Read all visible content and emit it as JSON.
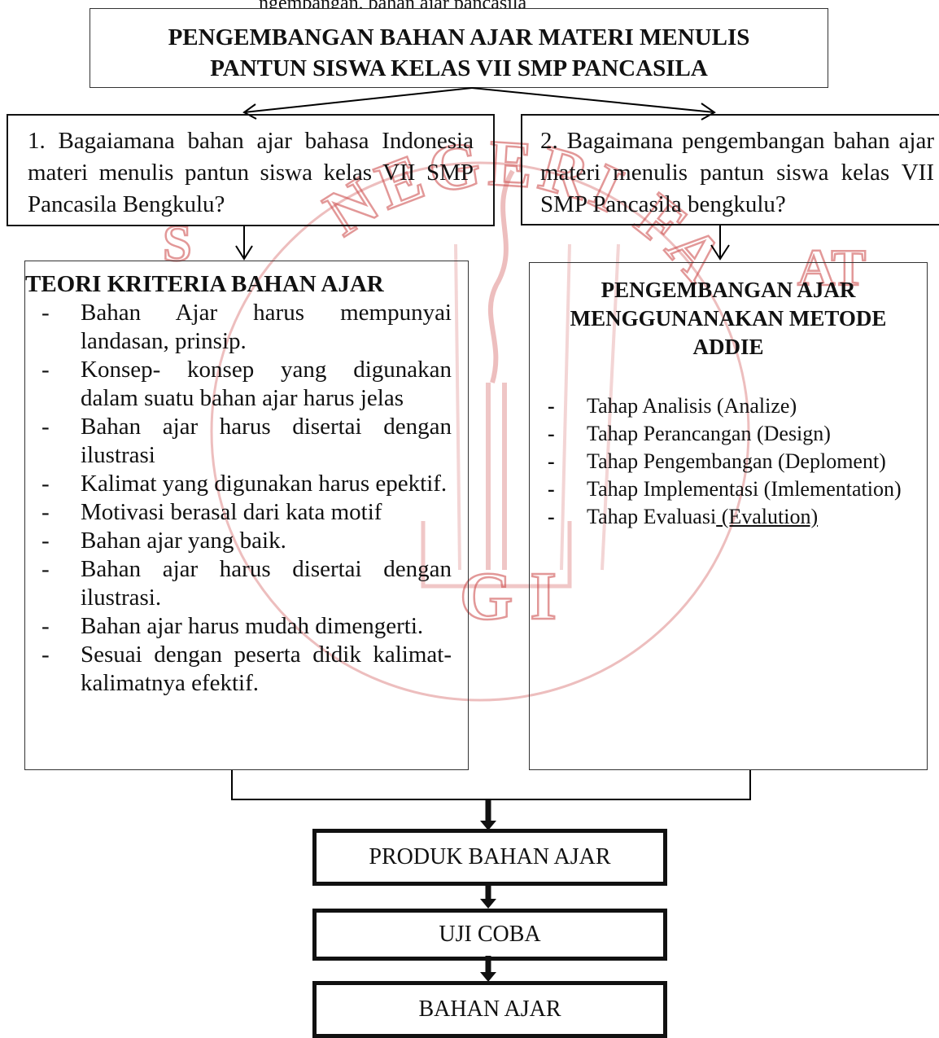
{
  "top_cut_text": "ngembangan, bahan ajar pancasila",
  "title_line1": "PENGEMBANGAN BAHAN AJAR  MATERI  MENULIS",
  "title_line2": "PANTUN SISWA KELAS VII SMP PANCASILA",
  "watermark": {
    "top_text": "NEGERI FA",
    "right_text": "AT",
    "left_text": "S",
    "bottom_text": "G I",
    "color": "#cc3b3b"
  },
  "question1": "1.  Bagaiamana   bahan   ajar   bahasa Indonesia materi menulis pantun  siswa kelas VII SMP Pancasila Bengkulu?",
  "question2": "2. Bagaimana pengembangan bahan ajar  materi  menulis  pantun  siswa kelas VII SMP Pancasila bengkulu?",
  "theory": {
    "title": "TEORI KRITERIA BAHAN AJAR",
    "bullet": "-",
    "items": [
      "Bahan  Ajar  harus  mempunyai landasan, prinsip.",
      "Konsep- konsep yang digunakan dalam suatu bahan ajar harus jelas",
      "Bahan ajar harus disertai dengan ilustrasi",
      "Kalimat   yang   digunakan   harus epektif.",
      "Motivasi berasal dari kata  motif",
      "Bahan ajar yang baik.",
      "Bahan ajar harus disertai dengan ilustrasi.",
      "Bahan ajar harus mudah dimengerti.",
      "Sesuai    dengan    peserta    didik kalimat-kalimatnya efektif."
    ]
  },
  "addie": {
    "title": "PENGEMBANGAN AJAR MENGGUNANAKAN METODE ADDIE",
    "bullet": "-",
    "items": [
      "Tahap Analisis (Analize)",
      "Tahap Perancangan (Design)",
      "Tahap Pengembangan (Deploment)",
      "Tahap  Implementasi (Imlementation)"
    ],
    "last_item_prefix": "Tahap Evaluasi",
    "last_item_underlined": " (Evalution)"
  },
  "flow": {
    "product": "PRODUK BAHAN AJAR",
    "trial": "UJI COBA",
    "final": "BAHAN AJAR"
  }
}
